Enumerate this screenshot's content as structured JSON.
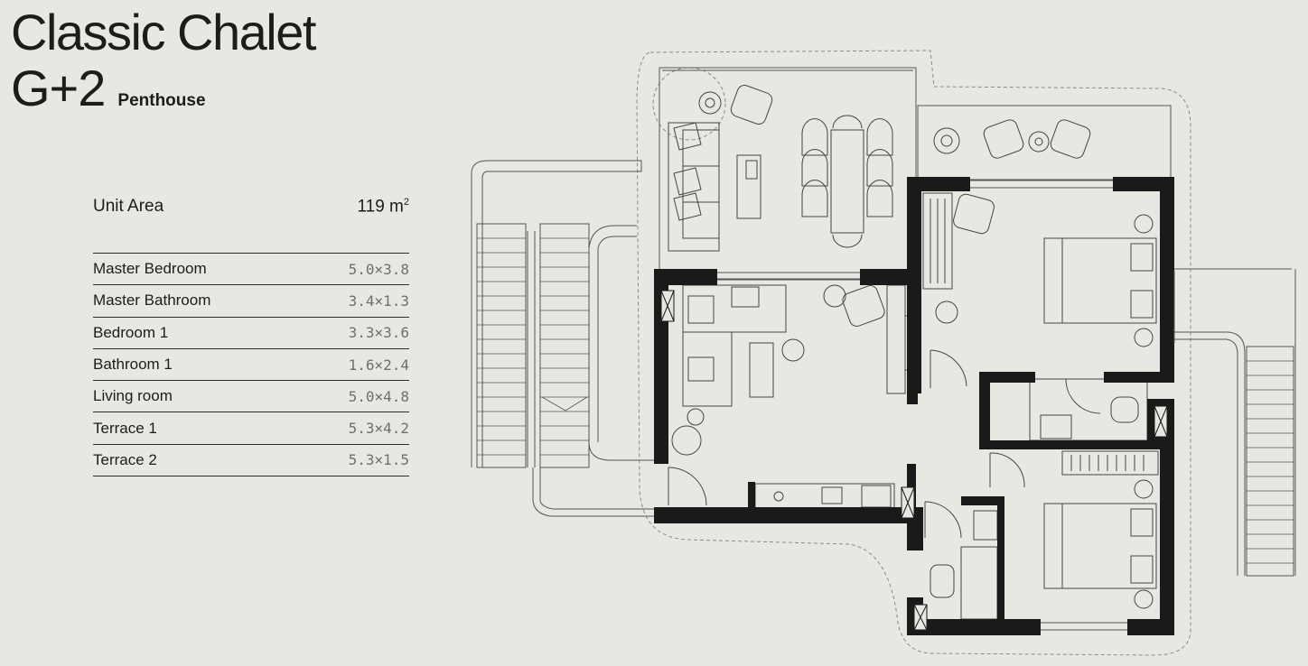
{
  "header": {
    "title": "Classic Chalet",
    "level": "G+2",
    "unit_type": "Penthouse"
  },
  "summary": {
    "label": "Unit Area",
    "value": "119 m",
    "unit_superscript": "2"
  },
  "rooms": [
    {
      "name": "Master Bedroom",
      "size": "5.0×3.8"
    },
    {
      "name": "Master Bathroom",
      "size": "3.4×1.3"
    },
    {
      "name": "Bedroom 1",
      "size": "3.3×3.6"
    },
    {
      "name": "Bathroom 1",
      "size": "1.6×2.4"
    },
    {
      "name": "Living room",
      "size": "5.0×4.8"
    },
    {
      "name": "Terrace 1",
      "size": "5.3×4.2"
    },
    {
      "name": "Terrace 2",
      "size": "5.3×1.5"
    }
  ],
  "colors": {
    "background": "#e8e7e2",
    "text": "#1c1c1c",
    "muted_text": "#6f6f6f",
    "wall": "#1a1a1a",
    "line": "#555555"
  }
}
